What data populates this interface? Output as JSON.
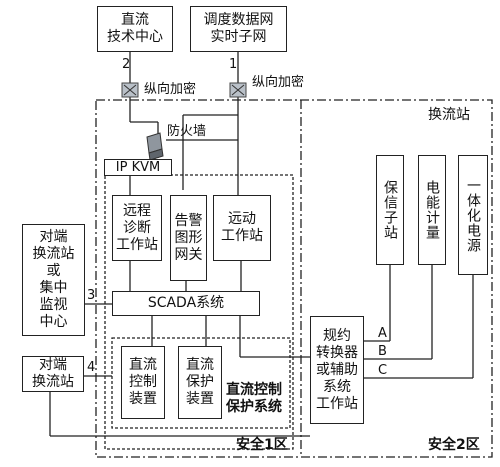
{
  "nodes": {
    "dc_tech_center": "直流\n技术中心",
    "dispatch_net": "调度数据网\n实时子网",
    "encrypt_1": "纵向加密",
    "encrypt_2": "纵向加密",
    "converter_station": "换流站",
    "firewall": "防火墙",
    "ip_kvm": "IP KVM",
    "remote_diag": "远程\n诊断\n工作站",
    "alarm_gateway": "告警\n图形\n网关",
    "telecontrol": "远动\n工作站",
    "remote_station_center": "对端\n换流站\n或\n集中\n监视\n中心",
    "scada": "SCADA系统",
    "remote_station": "对端\n换流站",
    "dc_control": "直流\n控制\n装置",
    "dc_protect": "直流\n保护\n装置",
    "dc_system": "直流控制\n保护系统",
    "protocol_converter": "规约\n转换器\n或辅助\n系统\n工作站",
    "relay_substation": "保信子站",
    "energy_meter": "电能计量",
    "ups": "一体化电源",
    "zone1": "安全1区",
    "zone2": "安全2区"
  },
  "ports": {
    "p1": "1",
    "p2": "2",
    "p3": "3",
    "p4": "4",
    "pa": "A",
    "pb": "B",
    "pc": "C"
  }
}
